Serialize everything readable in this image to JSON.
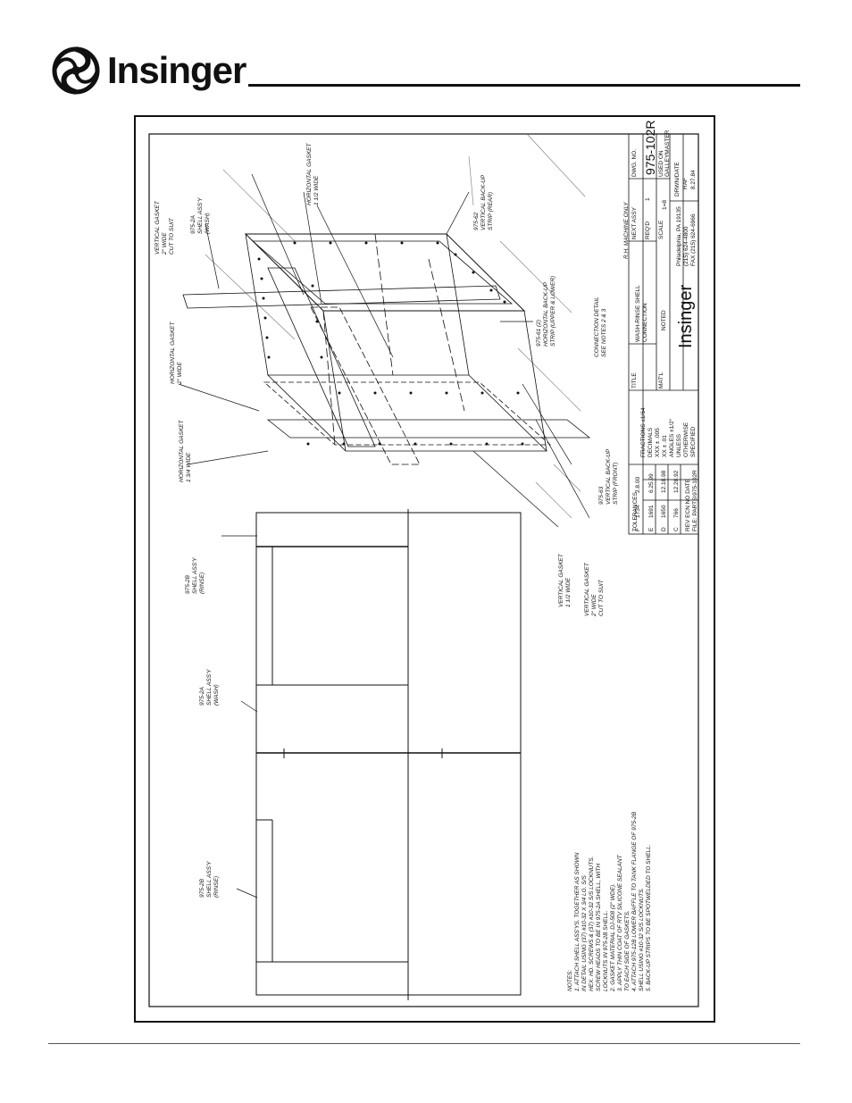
{
  "brand": {
    "name": "Insinger"
  },
  "notes": {
    "heading": "NOTES:",
    "lines": [
      "1. ATTACH SHELL ASS'YS. TOGETHER AS SHOWN",
      "IN DETAIL USING (37) #10-32 X 3/4 LG. S/S",
      "HEX. HD. SCREWS & (37) #10-32 S/S LOCKNUTS.",
      "SCREW HEADS TO BE IN 975-2A SHELL, WITH",
      "LOCKNUTS IN 975-2B SHELL.",
      "2. GASKET MATERIAL DJ-508 (2\" WDE).",
      "3. APPLY THIN COAT OF RTV SILICONE SEALANT",
      "TO EACH SIDE OF GASKETS.",
      "4. ATTACH 975-12B LOWER BAFFLE TO TANK FLANGE OF 975-2B",
      "SHELL USING #10-32 S/S LOCKNUTS.",
      "5. BACK-UP STRIPS TO BE SPOTWELDED TO SHELL."
    ]
  },
  "callouts": {
    "shell_2b_top": [
      "975-2B",
      "SHELL ASS'Y",
      "(RINSE)"
    ],
    "shell_2a_mid": [
      "975-2A",
      "SHELL ASS'Y",
      "(WASH)"
    ],
    "shell_2b_bottom": [
      "975-2B",
      "SHELL ASS'Y",
      "(RINSE)"
    ],
    "shell_2a_top": [
      "975-2A",
      "SHELL ASS'Y",
      "(WASH)"
    ],
    "vert_gasket_top": [
      "VERTICAL GASKET",
      "2\" WIDE",
      "CUT TO SUIT"
    ],
    "horiz_gasket_2": [
      "HORIZONTAL GASKET",
      "2\" WIDE"
    ],
    "horiz_gasket_134": [
      "HORIZONTAL GASKET",
      "1 3/4 WIDE"
    ],
    "horiz_gasket_112": [
      "HORIZONTAL GASKET",
      "1 1/2 WIDE"
    ],
    "strip_62": [
      "975-62",
      "VERTICAL BACK-UP",
      "STRIP (REAR)"
    ],
    "strip_61": [
      "975-61 (2)",
      "HORIZONTAL BACK-UP",
      "STRIP (UPPER & LOWER)"
    ],
    "strip_63": [
      "975-63",
      "VERTICAL BACK-UP",
      "STRIP (FRONT)"
    ],
    "vert_gasket_112": [
      "VERTICAL GASKET",
      "1 1/2 WIDE"
    ],
    "vert_gasket_2": [
      "VERTICAL GASKET",
      "2\" WIDE",
      "CUT TO SUIT"
    ],
    "connection": [
      "CONNECTION DETAIL",
      "SEE NOTES 2 & 3"
    ],
    "rh_only": "R.H. MACHINE ONLY"
  },
  "title_block": {
    "tolerances_label": "TOLERANCES",
    "tolerances": [
      "FRACTIONS ±1/64",
      "DECIMALS",
      "XXX ± .005",
      "XX ± .01",
      "ANGLES ±1/2°",
      "UNLESS",
      "OTHERWISE",
      "SPECIFIED"
    ],
    "revisions": [
      {
        "rev": "F",
        "ecn": "1734",
        "date": "2.8.00"
      },
      {
        "rev": "E",
        "ecn": "1691",
        "date": "6.25.99"
      },
      {
        "rev": "D",
        "ecn": "1650",
        "date": "12.18.98"
      },
      {
        "rev": "C",
        "ecn": "766",
        "date": "12.28.92"
      }
    ],
    "rev_header": [
      "REV",
      "ECN NO",
      "DATE"
    ],
    "file": "FILE: PARTS\\975-102R",
    "title_label": "TITLE",
    "title_lines": [
      "WASH-RINSE SHELL",
      "CONNECTION"
    ],
    "matl_label": "MAT'L",
    "matl_value": "NOTED",
    "company": "Insinger",
    "address": [
      "Philadelphia, PA 19135",
      "(215) 624-4800",
      "FAX (215) 624-6966"
    ],
    "next_assy_label": "NEXT ASSY",
    "dwg_no_label": "DWG. NO.",
    "dwg_no": "975-102R",
    "reqd_label": "REQ'D",
    "reqd_value": "1",
    "scale_label": "SCALE",
    "scale_value": "1=8",
    "used_on_label": "USED ON",
    "used_on_value": "GALLEYMASTER",
    "drawn_label": "DRWN/DATE",
    "drawn_by": "RAF",
    "drawn_date": "8.27.84"
  }
}
